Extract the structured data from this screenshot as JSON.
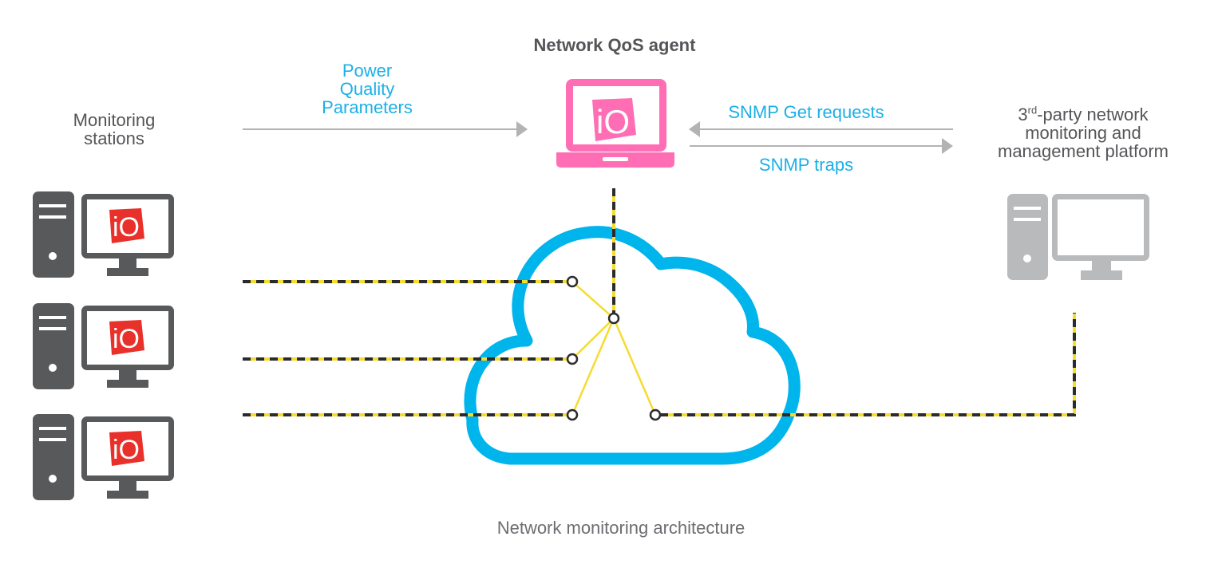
{
  "labels": {
    "agent_title": "Network QoS agent",
    "pqp_line1": "Power",
    "pqp_line2": "Quality",
    "pqp_line3": "Parameters",
    "monitoring_line1": "Monitoring",
    "monitoring_line2": "stations",
    "snmp_get": "SNMP Get requests",
    "snmp_traps": "SNMP traps",
    "third_num": "3",
    "third_sup": "rd",
    "third_rest": "-party network",
    "third_line2": "monitoring and",
    "third_line3": "management platform",
    "logo_text": "iO",
    "caption": "Network monitoring architecture"
  },
  "colors": {
    "dark_gray": "#58595b",
    "light_gray": "#b9babc",
    "cloud_blue": "#00b4ec",
    "label_blue": "#1ab0e8",
    "laptop_pink": "#ff6eb4",
    "logo_red": "#e8312a",
    "dash_yellow": "#f5dc2f",
    "dash_dark": "#2b2b2b",
    "arrow_gray": "#b3b3b3"
  },
  "icons": {
    "station": "desktop-computer-icon",
    "laptop": "laptop-icon",
    "platform": "desktop-computer-icon",
    "cloud": "cloud-icon"
  }
}
